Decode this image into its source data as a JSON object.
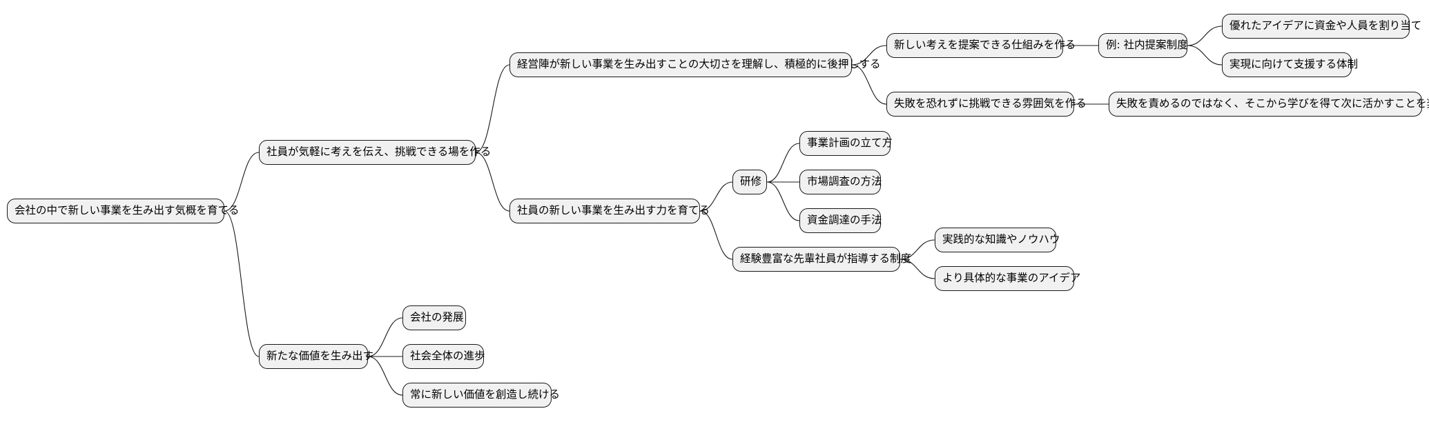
{
  "mindmap": {
    "root": "会社の中で新しい事業を生み出す気概を育てる",
    "n1": "社員が気軽に考えを伝え、挑戦できる場を作る",
    "n1_1": "経営陣が新しい事業を生み出すことの大切さを理解し、積極的に後押しする",
    "n1_1_1": "新しい考えを提案できる仕組みを作る",
    "n1_1_1_1": "例: 社内提案制度",
    "n1_1_1_1_1": "優れたアイデアに資金や人員を割り当て",
    "n1_1_1_1_2": "実現に向けて支援する体制",
    "n1_1_2": "失敗を恐れずに挑戦できる雰囲気を作る",
    "n1_1_2_1": "失敗を責めるのではなく、そこから学びを得て次に活かすことを奨励",
    "n1_2": "社員の新しい事業を生み出す力を育てる",
    "n1_2_1": "研修",
    "n1_2_1_1": "事業計画の立て方",
    "n1_2_1_2": "市場調査の方法",
    "n1_2_1_3": "資金調達の手法",
    "n1_2_2": "経験豊富な先輩社員が指導する制度",
    "n1_2_2_1": "実践的な知識やノウハウ",
    "n1_2_2_2": "より具体的な事業のアイデア",
    "n2": "新たな価値を生み出す",
    "n2_1": "会社の発展",
    "n2_2": "社会全体の進歩",
    "n2_3": "常に新しい価値を創造し続ける"
  }
}
